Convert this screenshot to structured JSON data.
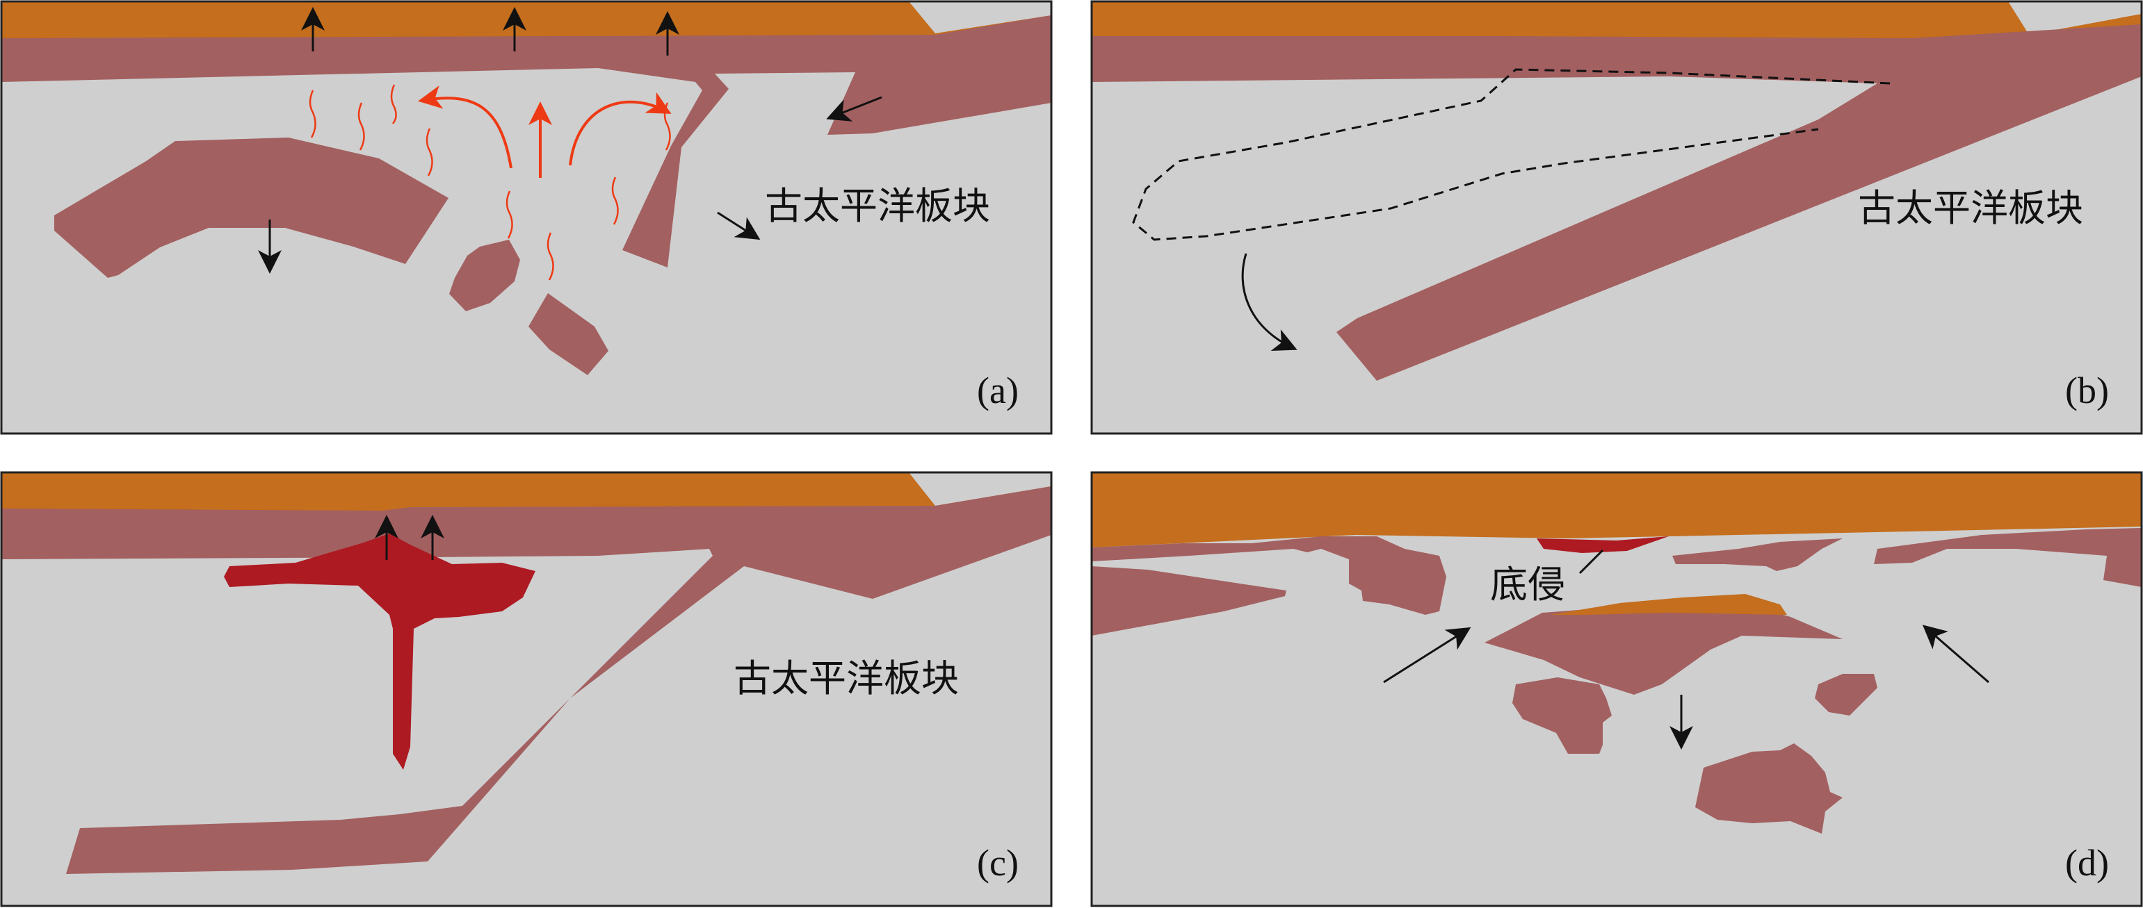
{
  "colors": {
    "mantle": "#cfcfcf",
    "crust": "#c46e1e",
    "lithosphere": "#a36060",
    "magma": "#ad1a22",
    "flow_arrow": "#ee3a14",
    "black": "#111111"
  },
  "panels": [
    {
      "label": "(a)",
      "plate_text": "古太平洋板块"
    },
    {
      "label": "(b)",
      "plate_text": "古太平洋板块"
    },
    {
      "label": "(c)",
      "plate_text": "古太平洋板块"
    },
    {
      "label": "(d)",
      "underplating_text": "底侵"
    }
  ]
}
